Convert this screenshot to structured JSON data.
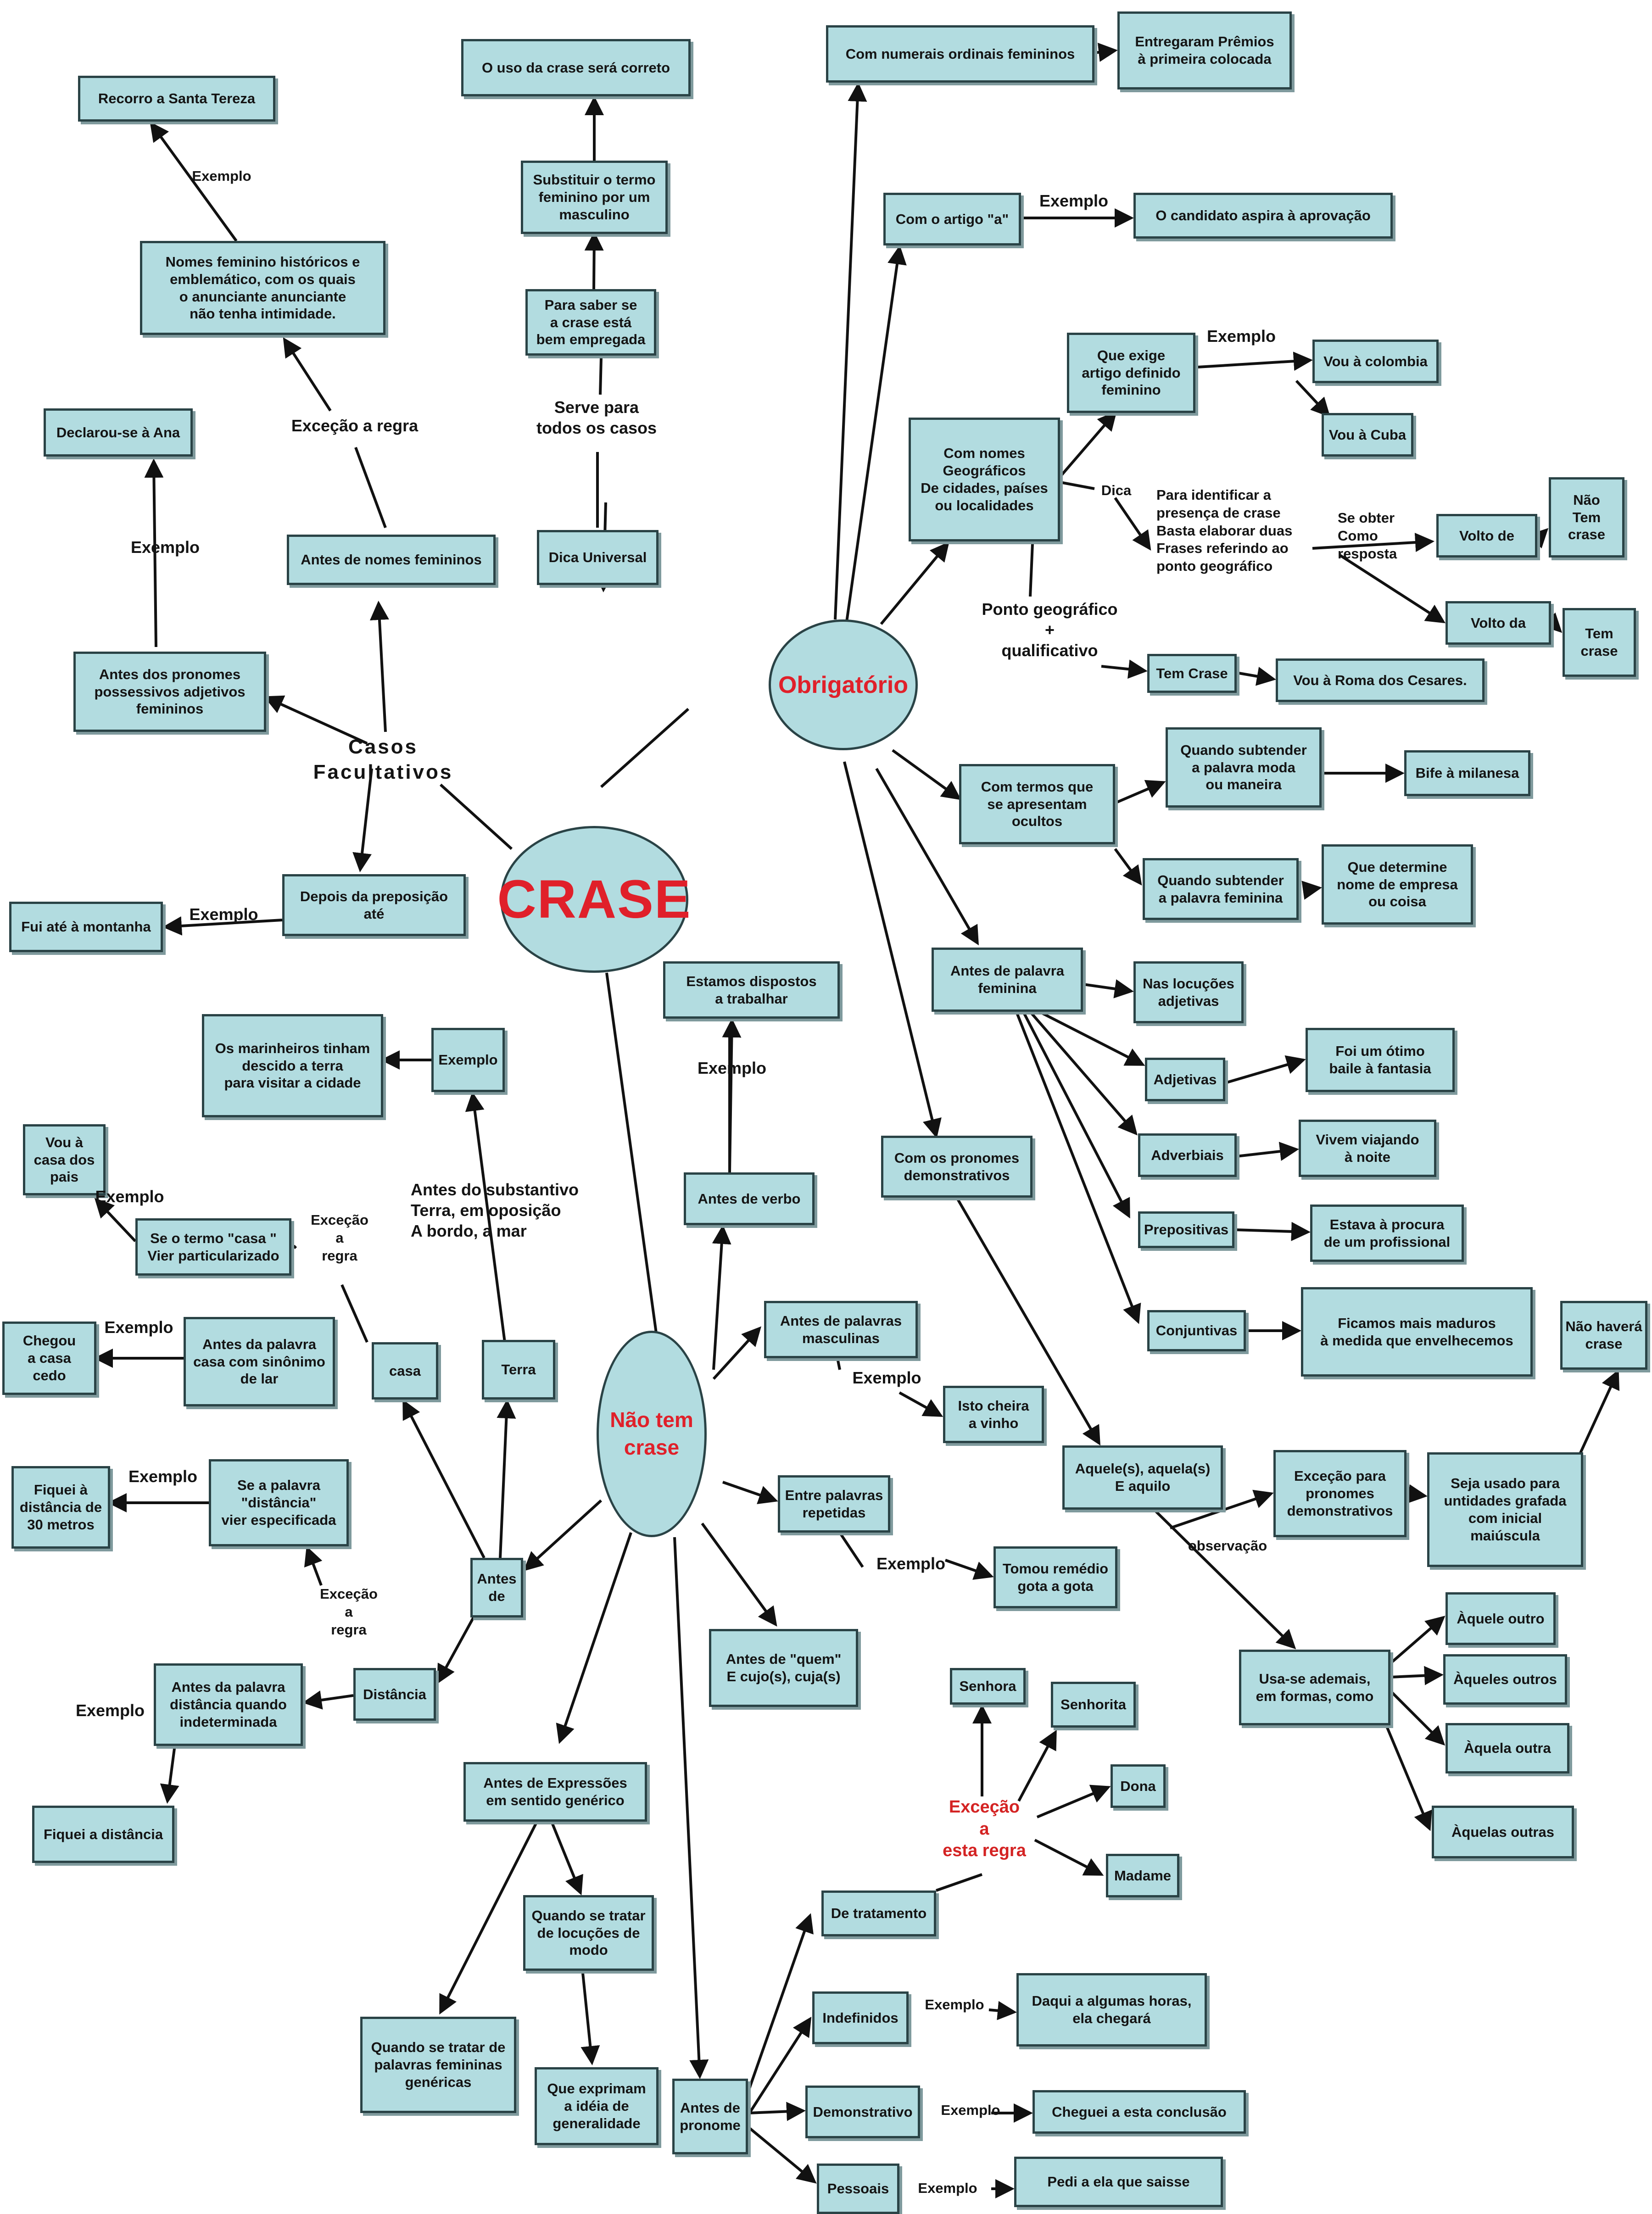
{
  "colors": {
    "box_fill": "#b2dce0",
    "box_border": "#2a4346",
    "hub_text": "#e0202a",
    "label_red": "#d42323",
    "edge": "#111111"
  },
  "hubs": {
    "crase": "CRASE",
    "obrigatorio": "Obrigatório",
    "nao_tem": "Não tem\ncrase"
  },
  "nodes": {
    "recorro": "Recorro a Santa Tereza",
    "nomes_hist": "Nomes feminino históricos e\nemblemático, com os quais\no anunciante anunciante\nnão tenha intimidade.",
    "declarou": "Declarou-se à Ana",
    "antes_nomes_fem": "Antes de nomes femininos",
    "pronomes_poss": "Antes dos pronomes\npossessivos adjetivos\nfemininos",
    "depois_ate": "Depois da preposição\naté",
    "fui_montanha": "Fui até à montanha",
    "uso_correto": "O uso da crase será correto",
    "substituir": "Substituir o termo\nfeminino por um\nmasculino",
    "para_saber": "Para saber se\na crase está\nbem empregada",
    "dica_universal": "Dica Universal",
    "numerais": "Com numerais ordinais femininos",
    "entregaram": "Entregaram Prêmios\nà primeira colocada",
    "artigo_a": "Com o artigo \"a\"",
    "candidato": "O candidato aspira à aprovação",
    "geograficos": "Com nomes\nGeográficos\nDe cidades, países\nou localidades",
    "que_exige": "Que exige\nartigo definido\nfeminino",
    "colombia": "Vou à colombia",
    "cuba": "Vou à Cuba",
    "volto_de": "Volto de",
    "nao_tem_crase": "Não\nTem\ncrase",
    "volto_da": "Volto da",
    "tem_crase_r": "Tem\ncrase",
    "tem_crase": "Tem Crase",
    "roma": "Vou à Roma dos Cesares.",
    "ocultos": "Com termos que\nse apresentam\nocultos",
    "moda": "Quando subtender\na palavra moda\nou maneira",
    "bife": "Bife à milanesa",
    "subt_fem": "Quando subtender\na palavra feminina",
    "empresa": "Que determine\nnome de empresa\nou coisa",
    "antes_pal_fem": "Antes de palavra\nfeminina",
    "locucoes": "Nas locuções\nadjetivas",
    "adjetivas": "Adjetivas",
    "otimo": "Foi um ótimo\nbaile à fantasia",
    "adverbiais": "Adverbiais",
    "vivem": "Vivem viajando\nà noite",
    "prepositivas": "Prepositivas",
    "procura": "Estava à procura\nde um profissional",
    "conjuntivas": "Conjuntivas",
    "maduros": "Ficamos mais maduros\nà medida que envelhecemos",
    "demonstrativos": "Com os pronomes\ndemonstrativos",
    "aquele": "Aquele(s), aquela(s)\nE aquilo",
    "excecao_pron": "Exceção para\npronomes\ndemonstrativos",
    "seja_usado": "Seja usado para\nuntidades grafada\ncom inicial\nmaiúscula",
    "nao_havera": "Não haverá\ncrase",
    "usa_se": "Usa-se ademais,\nem formas, como",
    "aquele_outro": "Àquele outro",
    "aqueles_outros": "Àqueles outros",
    "aquela_outra": "Àquela outra",
    "aquelas_outras": "Àquelas outras",
    "marinheiros": "Os marinheiros tinham\ndescido a terra\npara visitar a cidade",
    "exemplo_box": "Exemplo",
    "vou_casa": "Vou à\ncasa dos\npais",
    "termo_casa": "Se o termo \"casa \"\nVier particularizado",
    "chegou": "Chegou\na casa\ncedo",
    "palavra_casa": "Antes da palavra\ncasa com sinônimo\nde lar",
    "casa": "casa",
    "terra": "Terra",
    "fiquei_30": "Fiquei à\ndistância de\n30 metros",
    "se_distancia": "Se a palavra\n\"distância\"\nvier especificada",
    "antes_de": "Antes\nde",
    "distancia_indet": "Antes da palavra\ndistância quando\nindeterminada",
    "distancia": "Distância",
    "fiquei_dist": "Fiquei a distância",
    "estamos": "Estamos dispostos\na trabalhar",
    "antes_verbo": "Antes de verbo",
    "masculinas": "Antes de palavras\nmasculinas",
    "vinho": "Isto cheira\na vinho",
    "repetidas": "Entre palavras\nrepetidas",
    "remedio": "Tomou remédio\ngota a gota",
    "quem": "Antes de \"quem\"\nE cujo(s), cuja(s)",
    "expressoes": "Antes de Expressões\nem sentido genérico",
    "locucoes_modo": "Quando se tratar\nde locuções de\nmodo",
    "fem_genericas": "Quando se tratar de\npalavras femininas\ngenéricas",
    "generalidade": "Que exprimam\na idéia de\ngeneralidade",
    "antes_pronome": "Antes de\npronome",
    "senhora": "Senhora",
    "senhorita": "Senhorita",
    "dona": "Dona",
    "madame": "Madame",
    "tratamento": "De tratamento",
    "indefinidos": "Indefinidos",
    "daqui": "Daqui a algumas horas,\nela chegará",
    "demonstrativo": "Demonstrativo",
    "cheguei": "Cheguei a esta conclusão",
    "pessoais": "Pessoais",
    "pedi": "Pedi a ela que saisse"
  },
  "labels": {
    "exemplo": "Exemplo",
    "excecao_regra": "Exceção a regra",
    "casos_facultativos": "Casos\nFacultativos",
    "serve_para": "Serve para\ntodos os casos",
    "dica": "Dica",
    "identificar": "Para identificar a\npresença de crase\nBasta elaborar duas\nFrases referindo ao\nponto geográfico",
    "se_obter": "Se obter\nComo\nresposta",
    "ponto_geo": "Ponto geográfico\n+\nqualificativo",
    "observacao": "observação",
    "antes_substantivo": "Antes do substantivo\nTerra, em oposição\nA bordo, a mar",
    "excecao_v": "Exceção\na\nregra",
    "excecao_esta": "Exceção\na\nesta regra"
  }
}
